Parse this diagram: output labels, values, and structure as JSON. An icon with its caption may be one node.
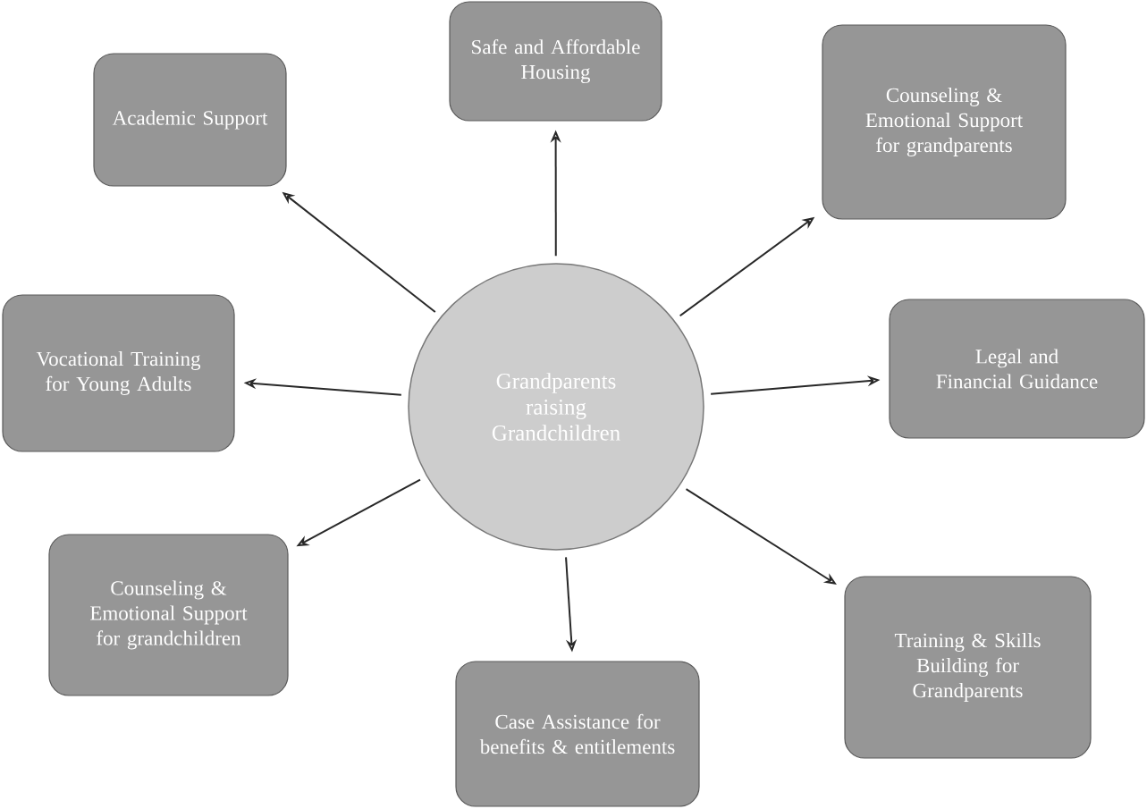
{
  "diagram": {
    "nodes": [
      {
        "text": [
          "Grandparents raising Grandchildren"
        ]
      },
      {
        "text": [
          "Academic Support"
        ]
      },
      {
        "text": [
          "Safe and Affordable Housing"
        ]
      },
      {
        "text": [
          "Counseling & Emotional Support for grandparents"
        ]
      },
      {
        "text": [
          "Vocational Training for Young Adults"
        ]
      },
      {
        "text": [
          "Legal and Financial Guidance"
        ]
      },
      {
        "text": [
          "Counseling & Emotional Support for grandchildren"
        ]
      },
      {
        "text": [
          "Case Assistance for benefits & entitlements"
        ]
      },
      {
        "text": [
          "Training & Skills Building for Grandparents"
        ]
      }
    ],
    "edges": [
      {
        "from": 0,
        "to": 1,
        "arrow": "to"
      },
      {
        "from": 0,
        "to": 2,
        "arrow": "to"
      },
      {
        "from": 0,
        "to": 3,
        "arrow": "to"
      },
      {
        "from": 0,
        "to": 4,
        "arrow": "to"
      },
      {
        "from": 0,
        "to": 5,
        "arrow": "to"
      },
      {
        "from": 0,
        "to": 6,
        "arrow": "to"
      },
      {
        "from": 0,
        "to": 7,
        "arrow": "to"
      },
      {
        "from": 0,
        "to": 8,
        "arrow": "to"
      }
    ]
  }
}
